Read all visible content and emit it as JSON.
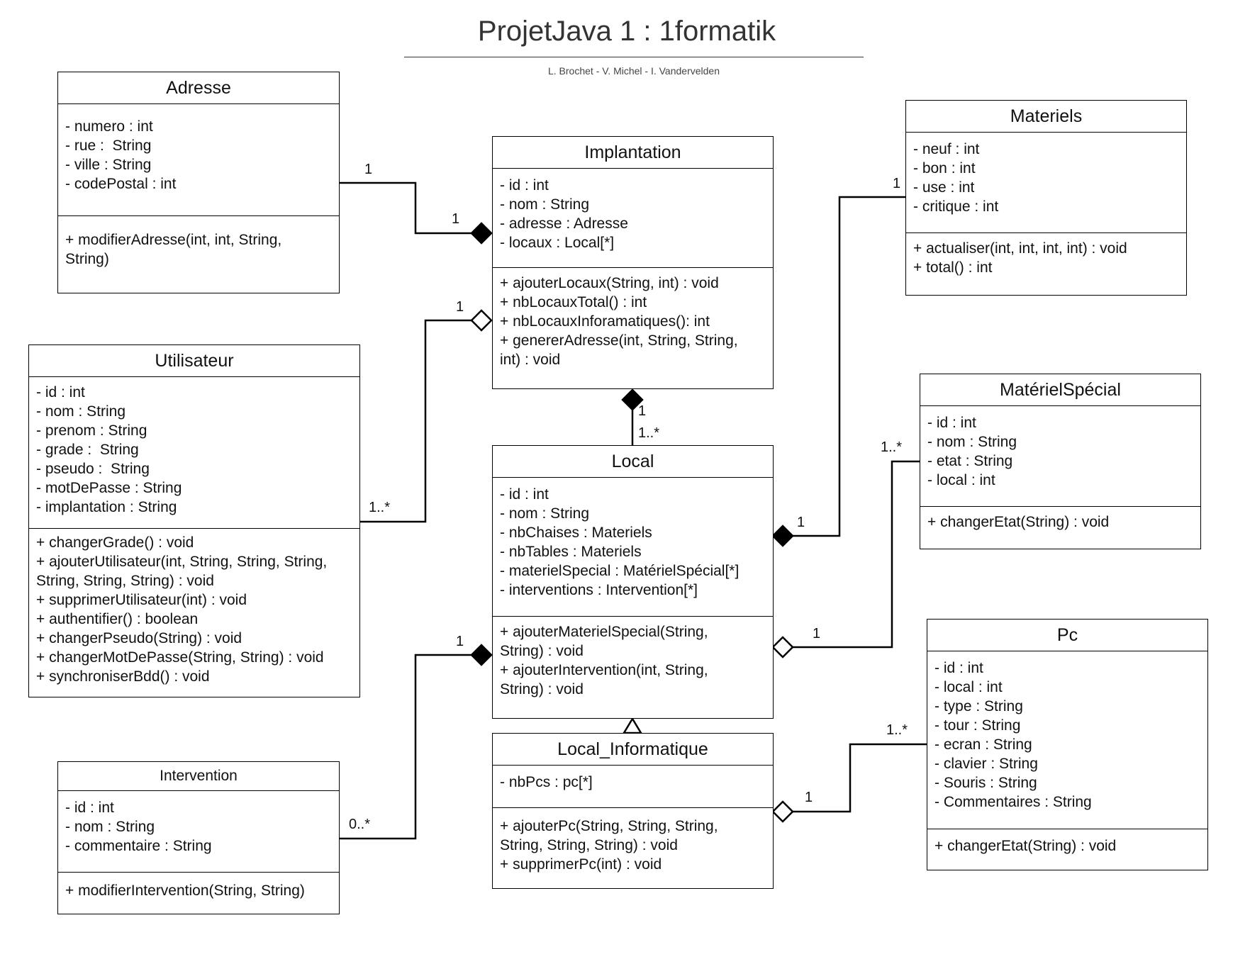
{
  "diagram": {
    "title": "ProjetJava 1 : 1formatik",
    "subtitle": "L. Brochet  -  V. Michel  -  I. Vandervelden"
  },
  "classes": {
    "adresse": {
      "name": "Adresse",
      "attributes": [
        "- numero : int",
        "- rue :  String",
        "- ville : String",
        "- codePostal : int"
      ],
      "operations": [
        "+ modifierAdresse(int, int, String,",
        "String)"
      ]
    },
    "implantation": {
      "name": "Implantation",
      "attributes": [
        "- id : int",
        "- nom : String",
        "- adresse : Adresse",
        "- locaux : Local[*]"
      ],
      "operations": [
        "+ ajouterLocaux(String, int) : void",
        "+ nbLocauxTotal() : int",
        "+ nbLocauxInforamatiques(): int",
        "+ genererAdresse(int, String, String,",
        "int) : void"
      ]
    },
    "materiels": {
      "name": "Materiels",
      "attributes": [
        "- neuf : int",
        "- bon : int",
        "- use : int",
        "- critique : int"
      ],
      "operations": [
        "+ actualiser(int, int, int, int) : void",
        "+ total() : int"
      ]
    },
    "utilisateur": {
      "name": "Utilisateur",
      "attributes": [
        "- id : int",
        "- nom : String",
        "- prenom : String",
        "- grade :  String",
        "- pseudo :  String",
        "- motDePasse : String",
        "- implantation : String"
      ],
      "operations": [
        "+ changerGrade() : void",
        "+ ajouterUtilisateur(int, String, String, String,",
        "String, String, String) : void",
        "+ supprimerUtilisateur(int) : void",
        "+ authentifier() : boolean",
        "+ changerPseudo(String) : void",
        "+ changerMotDePasse(String, String) : void",
        "+ synchroniserBdd() : void"
      ]
    },
    "local": {
      "name": "Local",
      "attributes": [
        "- id : int",
        "- nom : String",
        "- nbChaises : Materiels",
        "- nbTables : Materiels",
        "- materielSpecial : MatérielSpécial[*]",
        "- interventions : Intervention[*]"
      ],
      "operations": [
        "+ ajouterMaterielSpecial(String,",
        "String) : void",
        "+ ajouterIntervention(int, String,",
        "String) : void"
      ]
    },
    "materielSpecial": {
      "name": "MatérielSpécial",
      "attributes": [
        "- id : int",
        "- nom : String",
        "- etat : String",
        "- local : int"
      ],
      "operations": [
        "+ changerEtat(String) : void"
      ]
    },
    "pc": {
      "name": "Pc",
      "attributes": [
        "- id : int",
        "- local : int",
        "- type : String",
        "- tour : String",
        "- ecran : String",
        "- clavier : String",
        "- Souris : String",
        "- Commentaires : String"
      ],
      "operations": [
        "+ changerEtat(String) : void"
      ]
    },
    "intervention": {
      "name": "Intervention",
      "attributes": [
        "- id : int",
        "- nom : String",
        "- commentaire : String"
      ],
      "operations": [
        "+ modifierIntervention(String, String)"
      ]
    },
    "localInformatique": {
      "name": "Local_Informatique",
      "attributes": [
        "- nbPcs : pc[*]"
      ],
      "operations": [
        "+ ajouterPc(String, String, String,",
        "String, String, String) : void",
        "+ supprimerPc(int) : void"
      ]
    }
  },
  "multiplicities": {
    "adresse_end": "1",
    "adresse_implantation_end": "1",
    "materiels_end": "1",
    "utilisateur_end": "1..*",
    "utilisateur_implantation_end": "1",
    "implantation_local_top": "1",
    "implantation_local_bottom": "1..*",
    "materielSpecial_end": "1..*",
    "materiels_local_end": "1",
    "materielSpecial_local_end": "1",
    "intervention_local_end": "1",
    "pc_end": "1..*",
    "pc_localInfo_end": "1",
    "intervention_end": "0..*"
  }
}
